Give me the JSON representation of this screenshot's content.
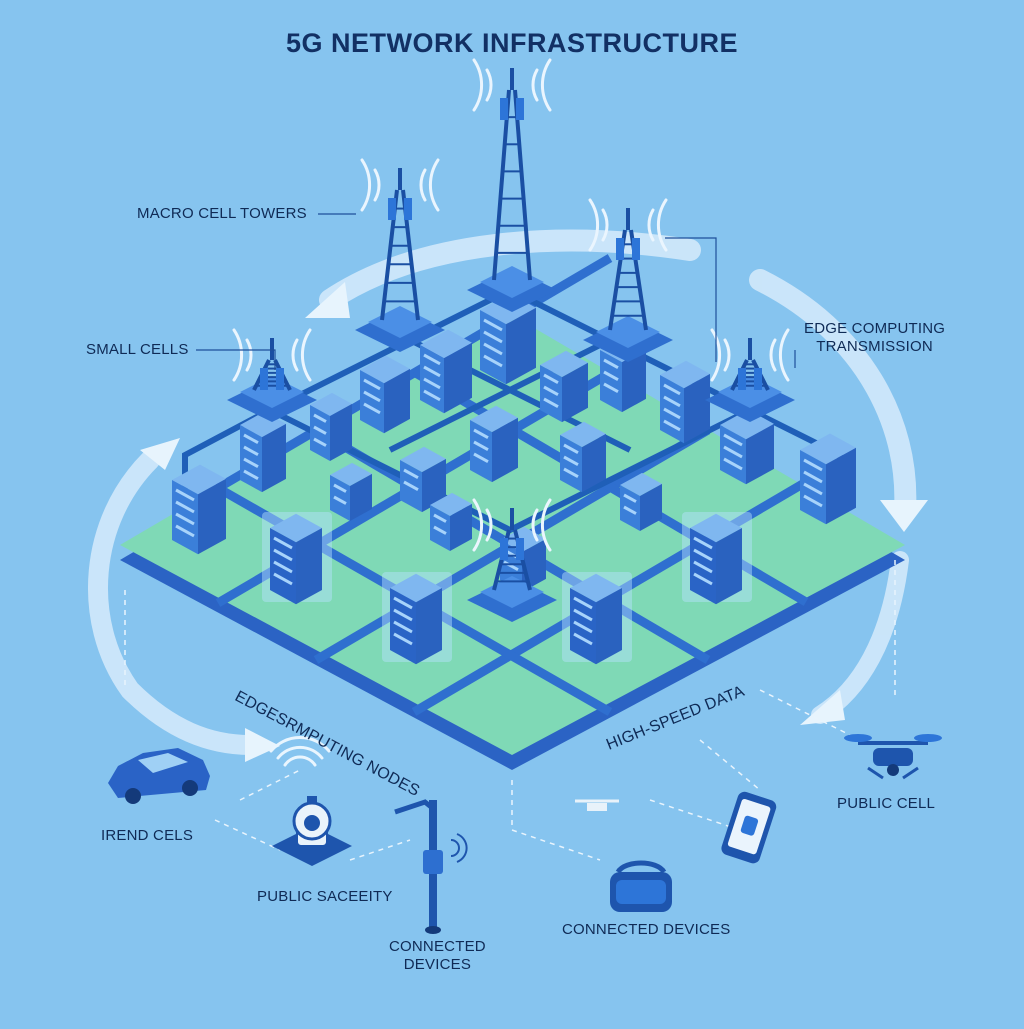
{
  "title": "5G NETWORK INFRASTRUCTURE",
  "labels": {
    "macro_cell_towers": "MACRO CELL TOWERS",
    "small_cells": "SMALL CELLS",
    "edge_computing_transmission": "EDGE COMPUTING\nTRANSMISSION",
    "edge_computing_nodes": "EDGESRMPUTING NODES",
    "high_speed_data": "HIGH-SPEED DATA",
    "irend_cels": "IREND CELS",
    "public_saceeity": "PUBLIC SACEEITY",
    "connected_devices_pole": "CONNECTED\nDEVICES",
    "connected_devices": "CONNECTED DEVICES",
    "public_cell": "PUBLIC CELL"
  },
  "colors": {
    "background": "#86c4ef",
    "tower_blue": "#1f5fb8",
    "ground_green": "#7fd9b6",
    "road_blue": "#2f6fcf",
    "building_blue": "#3b7fd9",
    "flow_arrow": "#d8ecfb",
    "text_dark": "#0f2a55"
  },
  "icons": [
    "tower-icon",
    "wifi-signal-icon",
    "car-icon",
    "security-camera-icon",
    "street-pole-icon",
    "vr-headset-icon",
    "smartphone-icon",
    "drone-icon"
  ]
}
